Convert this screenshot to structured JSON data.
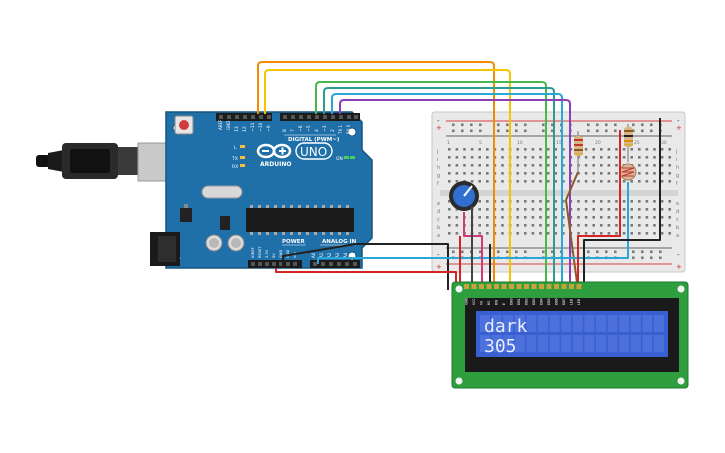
{
  "arduino": {
    "logo_text": "UNO",
    "brand": "ARDUINO",
    "digital_label": "DIGITAL (PWM~)",
    "analog_label": "ANALOG IN",
    "power_label": "POWER",
    "on_label": "ON",
    "tx_label": "TX",
    "rx_label": "RX",
    "l_label": "L",
    "aref_label": "AREF",
    "gnd_label": "GND",
    "top_pins": [
      "13",
      "12",
      "~11",
      "~10",
      "~9",
      "8",
      "7",
      "~6",
      "~5",
      "4",
      "~3",
      "2",
      "TX 1",
      "RX 0"
    ],
    "power_pins": [
      "IOREF",
      "RESET",
      "3.3V",
      "5V",
      "GND",
      "GND",
      "Vin"
    ],
    "analog_pins": [
      "A0",
      "A1",
      "A2",
      "A3",
      "A4",
      "A5"
    ]
  },
  "breadboard": {
    "columns": [
      "1",
      "5",
      "10",
      "15",
      "20",
      "25",
      "30"
    ],
    "rows_top": [
      "j",
      "i",
      "h",
      "g",
      "f"
    ],
    "rows_bottom": [
      "e",
      "d",
      "c",
      "b",
      "a"
    ],
    "rail_plus": "+",
    "rail_minus": "-"
  },
  "lcd": {
    "line1": "dark",
    "line2": "305",
    "pins": [
      "GND",
      "VCC",
      "V0",
      "RS",
      "RW",
      "E",
      "DB0",
      "DB1",
      "DB2",
      "DB3",
      "DB4",
      "DB5",
      "DB6",
      "DB7",
      "LED",
      "LED"
    ]
  },
  "colors": {
    "board_blue": "#1f6fa8",
    "breadboard": "#e9e9e9",
    "lcd_green": "#2e9e3e",
    "lcd_screen": "#3a5fd0",
    "wire_orange": "#f08c00",
    "wire_yellow": "#f5c400",
    "wire_green": "#48b84a",
    "wire_cyan": "#2aa7d6",
    "wire_purple": "#8a3fb5",
    "wire_red": "#d42424",
    "wire_black": "#222222",
    "wire_pink": "#d4387a"
  }
}
